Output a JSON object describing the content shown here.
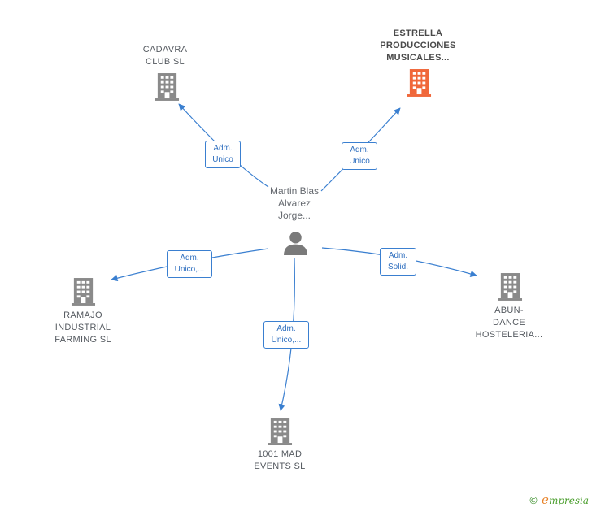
{
  "center": {
    "label": "Martin Blas\nAlvarez\nJorge..."
  },
  "nodes": {
    "cadavra": {
      "label": "CADAVRA\nCLUB  SL"
    },
    "estrella": {
      "label": "ESTRELLA\nPRODUCCIONES\nMUSICALES..."
    },
    "ramajo": {
      "label": "RAMAJO\nINDUSTRIAL\nFARMING  SL"
    },
    "abundance": {
      "label": "ABUN-\nDANCE\nHOSTELERIA..."
    },
    "mad1001": {
      "label": "1001 MAD\nEVENTS  SL"
    }
  },
  "roles": {
    "cadavra": "Adm.\nUnico",
    "estrella": "Adm.\nUnico",
    "ramajo": "Adm.\nUnico,...",
    "abundance": "Adm.\nSolid.",
    "mad1001": "Adm.\nUnico,..."
  },
  "brand": {
    "copyright": "©",
    "initial": "e",
    "rest": "mpresia"
  },
  "colors": {
    "edge": "#3a7fd0",
    "building": "#8a8a8a",
    "highlight": "#f0673a",
    "person": "#7a7a7a"
  }
}
